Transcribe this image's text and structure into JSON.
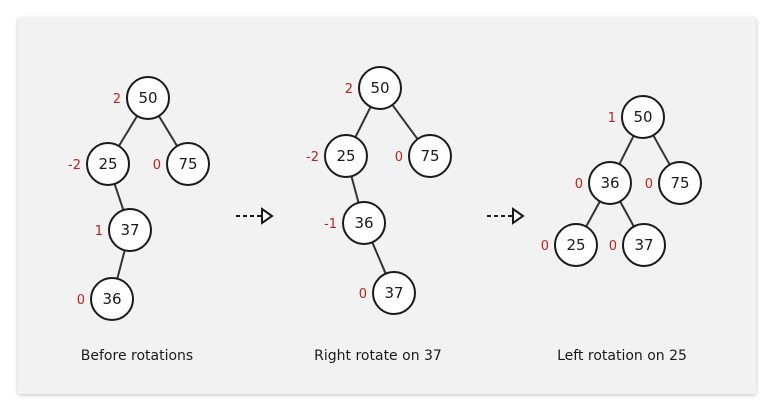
{
  "diagrams": [
    {
      "caption": "Before rotations",
      "nodes": [
        {
          "id": "n50",
          "value": "50",
          "balance": "2"
        },
        {
          "id": "n25",
          "value": "25",
          "balance": "-2"
        },
        {
          "id": "n75",
          "value": "75",
          "balance": "0"
        },
        {
          "id": "n37",
          "value": "37",
          "balance": "1"
        },
        {
          "id": "n36",
          "value": "36",
          "balance": "0"
        }
      ],
      "edges": [
        [
          "n50",
          "n25"
        ],
        [
          "n50",
          "n75"
        ],
        [
          "n25",
          "n37"
        ],
        [
          "n37",
          "n36"
        ]
      ]
    },
    {
      "caption": "Right rotate on 37",
      "nodes": [
        {
          "id": "n50",
          "value": "50",
          "balance": "2"
        },
        {
          "id": "n25",
          "value": "25",
          "balance": "-2"
        },
        {
          "id": "n75",
          "value": "75",
          "balance": "0"
        },
        {
          "id": "n36",
          "value": "36",
          "balance": "-1"
        },
        {
          "id": "n37",
          "value": "37",
          "balance": "0"
        }
      ],
      "edges": [
        [
          "n50",
          "n25"
        ],
        [
          "n50",
          "n75"
        ],
        [
          "n25",
          "n36"
        ],
        [
          "n36",
          "n37"
        ]
      ]
    },
    {
      "caption": "Left rotation on 25",
      "nodes": [
        {
          "id": "n50",
          "value": "50",
          "balance": "1"
        },
        {
          "id": "n36",
          "value": "36",
          "balance": "0"
        },
        {
          "id": "n75",
          "value": "75",
          "balance": "0"
        },
        {
          "id": "n25",
          "value": "25",
          "balance": "0"
        },
        {
          "id": "n37",
          "value": "37",
          "balance": "0"
        }
      ],
      "edges": [
        [
          "n50",
          "n36"
        ],
        [
          "n50",
          "n75"
        ],
        [
          "n36",
          "n25"
        ],
        [
          "n36",
          "n37"
        ]
      ]
    }
  ],
  "colors": {
    "balance_factor": "#b5261e",
    "node_stroke": "#1a1a1a",
    "panel_background": "#f2f2f2"
  }
}
